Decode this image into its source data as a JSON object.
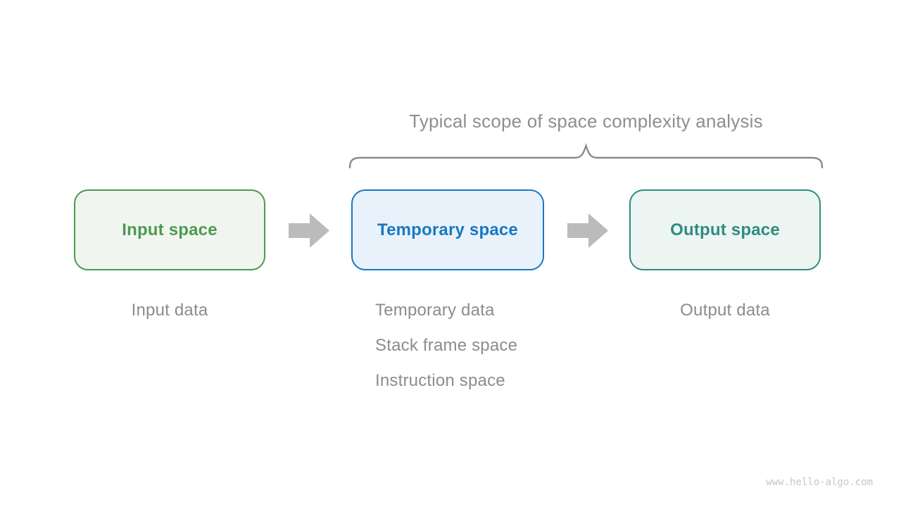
{
  "title": "Typical scope of space complexity analysis",
  "boxes": [
    {
      "label": "Input space",
      "border": "#4c9a52",
      "fill": "#f0f6ef",
      "text": "#4c9a52"
    },
    {
      "label": "Temporary space",
      "border": "#1878c2",
      "fill": "#e9f2fb",
      "text": "#1878c2"
    },
    {
      "label": "Output space",
      "border": "#2f8c7e",
      "fill": "#edf5f3",
      "text": "#2f8c7e"
    }
  ],
  "annotations": {
    "input": "Input data",
    "temporary": [
      "Temporary data",
      "Stack frame space",
      "Instruction space"
    ],
    "output": "Output data"
  },
  "watermark": "www.hello-algo.com",
  "colors": {
    "arrow": "#bbbbbb",
    "brace": "#8a8a8a",
    "label_gray": "#8c8c8c",
    "title_gray": "#8e8e8e",
    "watermark_gray": "#c6c6c6"
  }
}
